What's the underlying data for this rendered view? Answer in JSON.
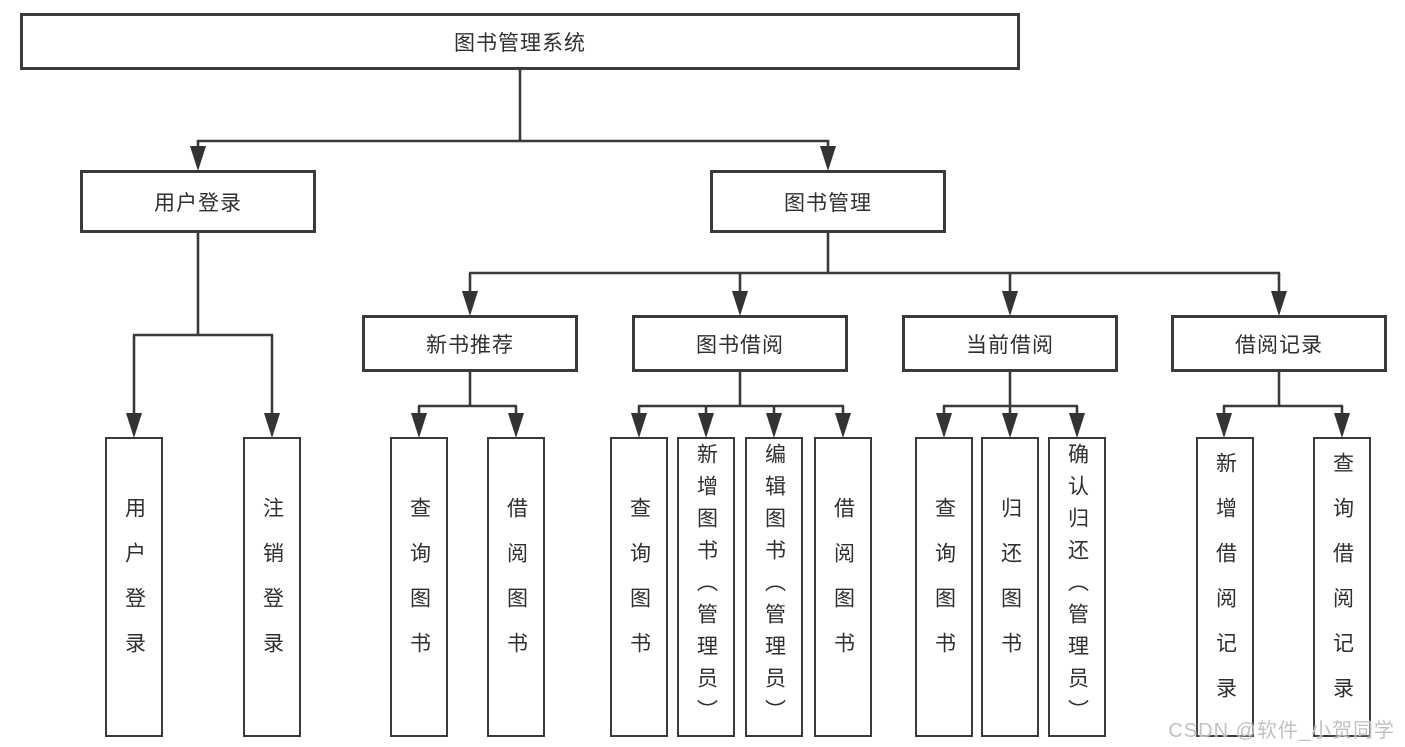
{
  "tree": {
    "root": "图书管理系统",
    "level2": [
      "用户登录",
      "图书管理"
    ],
    "level3": [
      "新书推荐",
      "图书借阅",
      "当前借阅",
      "借阅记录"
    ],
    "leaves": [
      "用户登录",
      "注销登录",
      "查询图书",
      "借阅图书",
      "查询图书",
      "新增图书（管理员）",
      "编辑图书（管理员）",
      "借阅图书",
      "查询图书",
      "归还图书",
      "确认归还（管理员）",
      "新增借阅记录",
      "查询借阅记录"
    ]
  },
  "watermark": "CSDN @软件_小贺同学",
  "colors": {
    "line": "#3a3a3a",
    "box_fill": "#ffffff",
    "text": "#2f2f2f",
    "watermark": "#bebebe"
  }
}
